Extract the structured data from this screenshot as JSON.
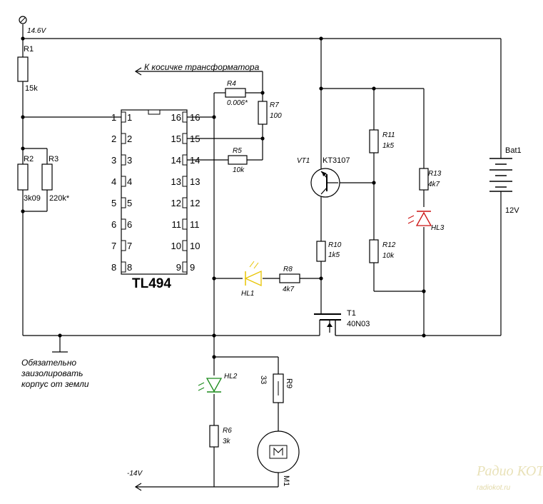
{
  "supply": {
    "plus": "14.6V",
    "minus": "-14V"
  },
  "chip": {
    "name": "TL494",
    "left_pins": [
      "1",
      "2",
      "3",
      "4",
      "5",
      "6",
      "7",
      "8"
    ],
    "right_pins": [
      "16",
      "15",
      "14",
      "13",
      "12",
      "11",
      "10",
      "9"
    ]
  },
  "transformer_note": "К косичке трансформатора",
  "resistors": {
    "r1": {
      "name": "R1",
      "value": "15k"
    },
    "r2": {
      "name": "R2",
      "value": "3k09"
    },
    "r3": {
      "name": "R3",
      "value": "220k*"
    },
    "r4": {
      "name": "R4",
      "value": "0.006*"
    },
    "r5": {
      "name": "R5",
      "value": "10k"
    },
    "r6": {
      "name": "R6",
      "value": "3k"
    },
    "r7": {
      "name": "R7",
      "value": "100"
    },
    "r8": {
      "name": "R8",
      "value": "4k7"
    },
    "r9": {
      "name": "R9",
      "value": "33"
    },
    "r10": {
      "name": "R10",
      "value": "1k5"
    },
    "r11": {
      "name": "R11",
      "value": "1k5"
    },
    "r12": {
      "name": "R12",
      "value": "10k"
    },
    "r13": {
      "name": "R13",
      "value": "4k7"
    }
  },
  "transistors": {
    "vt1": {
      "name": "VT1",
      "type": "KT3107"
    },
    "t1": {
      "name": "T1",
      "type": "40N03"
    }
  },
  "leds": {
    "hl1": {
      "name": "HL1",
      "color": "#e8c400"
    },
    "hl2": {
      "name": "HL2",
      "color": "#1a8a1a"
    },
    "hl3": {
      "name": "HL3",
      "color": "#cc1111"
    }
  },
  "battery": {
    "name": "Bat1",
    "value": "12V"
  },
  "motor": {
    "name": "M1"
  },
  "ground_note": [
    "Обязательно",
    "заизолировать",
    "корпус от земли"
  ],
  "watermark": {
    "logo": "Радио КОТ",
    "site": "radiokot.ru"
  }
}
